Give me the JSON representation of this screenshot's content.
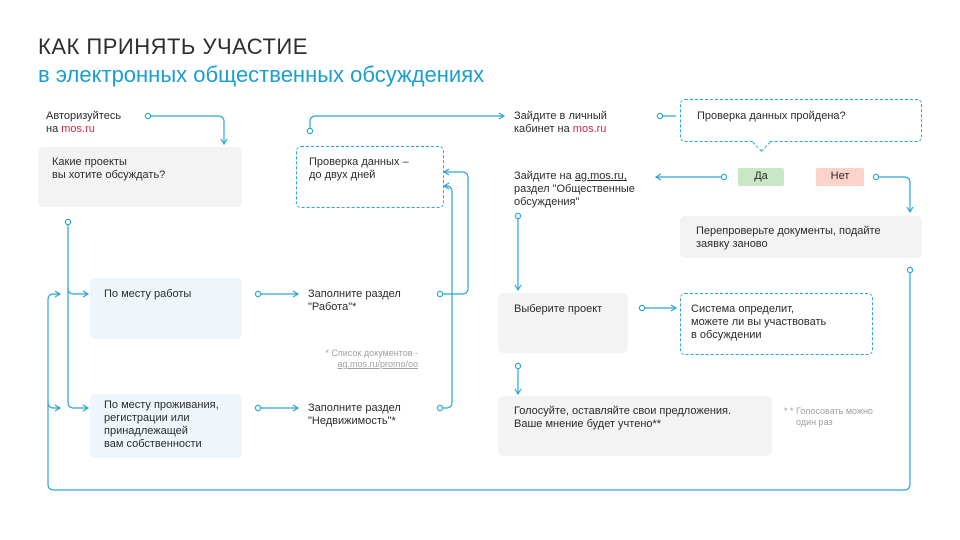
{
  "title": {
    "main": "КАК ПРИНЯТЬ УЧАСТИЕ",
    "sub": "в электронных общественных обсуждениях"
  },
  "steps": {
    "authorize": {
      "line1": "Авторизуйтесь",
      "line2_prefix": "на ",
      "line2_link": "mos.ru"
    },
    "projects_question": {
      "line1": "Какие проекты",
      "line2": "вы хотите обсуждать?"
    },
    "by_work": {
      "label": "По месту работы"
    },
    "by_residence": {
      "lines": [
        "По месту проживания,",
        "регистрации или",
        "принадлежащей",
        "вам собственности"
      ]
    },
    "fill_work": {
      "line1": "Заполните раздел",
      "line2": "\"Работа\"*"
    },
    "fill_realty": {
      "line1": "Заполните раздел",
      "line2": "\"Недвижимость\"*"
    },
    "docs_note": {
      "line1": "* Список документов -",
      "line2": "ag.mos.ru/promo/oo"
    },
    "verification": {
      "line1": "Проверка данных –",
      "line2": "до двух дней"
    },
    "cabinet": {
      "line1": "Зайдите в личный",
      "line2_prefix": "кабинет на ",
      "line2_link": "mos.ru"
    },
    "check_passed": {
      "label": "Проверка данных пройдена?"
    },
    "answers": {
      "yes": "Да",
      "no": "Нет"
    },
    "go_ag": {
      "line1_prefix": "Зайдите на ",
      "line1_link": "ag.mos.ru,",
      "line2": "раздел \"Общественные",
      "line3": "обсуждения\""
    },
    "recheck": {
      "line1": "Перепроверьте документы, подайте",
      "line2": "заявку заново"
    },
    "choose_project": {
      "label": "Выберите проект"
    },
    "system_decides": {
      "lines": [
        "Система определит,",
        "можете ли вы участвовать",
        "в обсуждении"
      ]
    },
    "vote": {
      "line1": "Голосуйте, оставляйте свои предложения.",
      "line2": "Ваше мнение будет учтено**"
    },
    "vote_note": {
      "line1": "* * Голосовать можно",
      "line2": "один раз"
    }
  },
  "colors": {
    "accent": "#1a9fd0",
    "connector": "#2aa6d6",
    "link_red": "#d2293d",
    "yes_bg": "#c8e8c5",
    "no_bg": "#fcd3c8",
    "gray_box": "#f3f3f3",
    "blue_box": "#eef6fc"
  }
}
